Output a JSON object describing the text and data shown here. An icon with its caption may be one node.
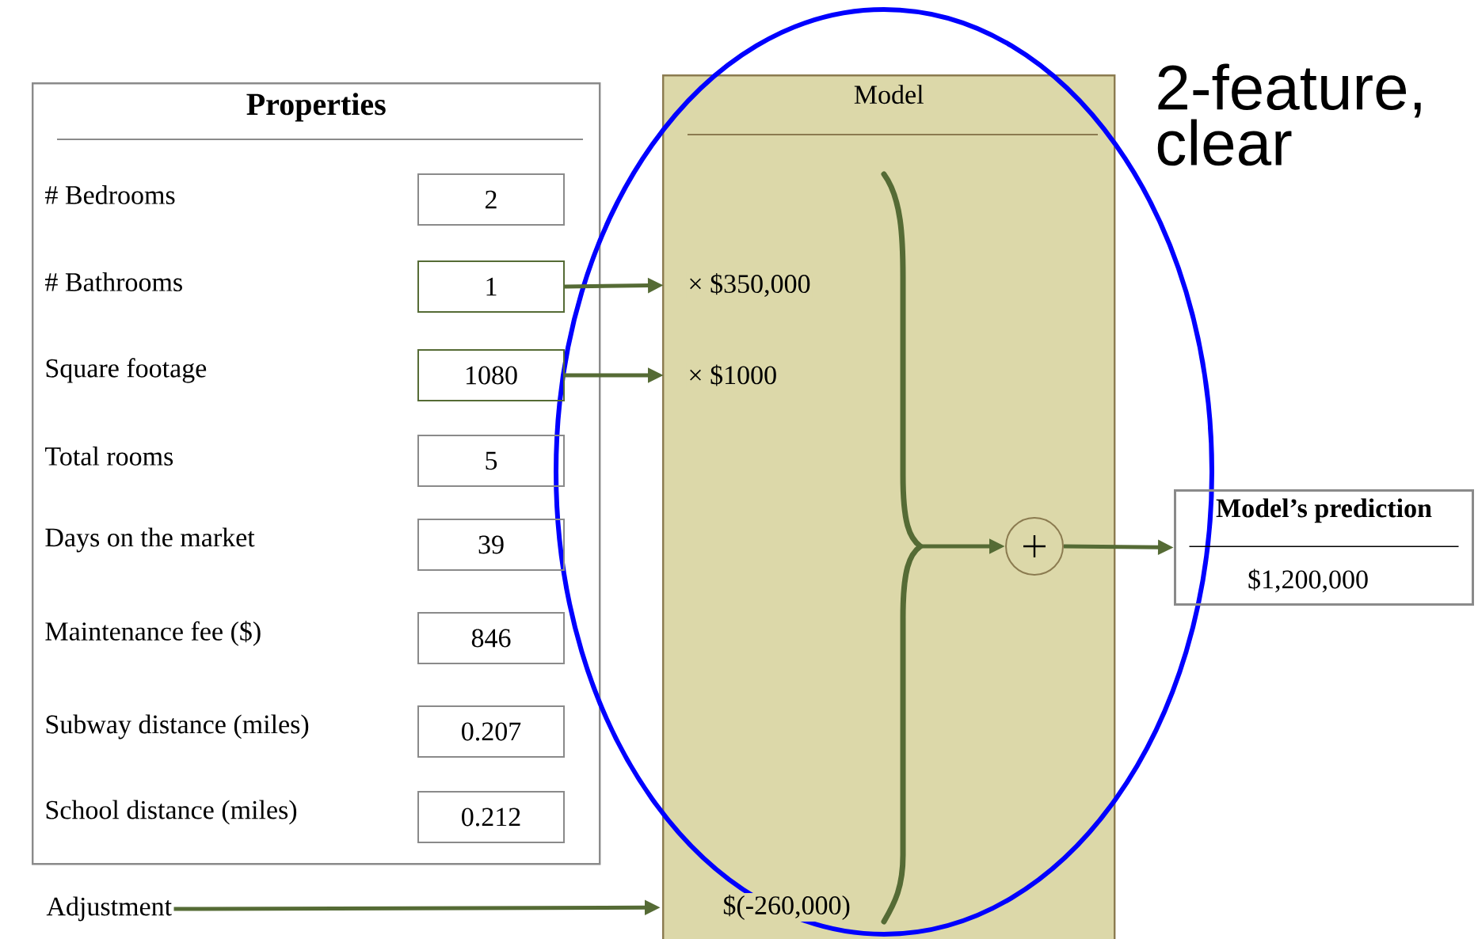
{
  "diagram": {
    "nodes": [
      {
        "text": [
          "Properties"
        ]
      },
      {
        "text": [
          "2"
        ],
        "in": 0
      },
      {
        "text": [
          "1"
        ],
        "in": 0
      },
      {
        "text": [
          "1080"
        ],
        "in": 0
      },
      {
        "text": [
          "5"
        ],
        "in": 0
      },
      {
        "text": [
          "39"
        ],
        "in": 0
      },
      {
        "text": [
          "846"
        ],
        "in": 0
      },
      {
        "text": [
          "0.207"
        ],
        "in": 0
      },
      {
        "text": [
          "0.212"
        ],
        "in": 0
      },
      {
        "text": [
          "Model"
        ]
      },
      {
        "text": [
          "× $350,000"
        ],
        "in": 9
      },
      {
        "text": [
          "× $1000"
        ],
        "in": 9
      },
      {
        "text": [
          "$(-260,000)"
        ],
        "in": 9
      },
      {
        "text": [],
        "shape": "brace",
        "in": 9
      },
      {
        "text": [],
        "shape": "circle",
        "in": 9
      },
      {
        "text": [
          "Adjustment"
        ]
      },
      {
        "text": [
          "Model’s prediction",
          "$1,200,000"
        ]
      }
    ],
    "edges": [
      {
        "from": 2,
        "to": 10,
        "arrow": "to"
      },
      {
        "from": 3,
        "to": 11,
        "arrow": "to"
      },
      {
        "from": 15,
        "to": 12,
        "arrow": "to"
      },
      {
        "from": 13,
        "to": 14,
        "arrow": "to"
      },
      {
        "from": 14,
        "to": 16,
        "arrow": "to"
      }
    ],
    "labels": [
      "2-feature, clear",
      "# Bedrooms",
      "# Bathrooms",
      "Square footage",
      "Total rooms",
      "Days on the market",
      "Maintenance fee ($)",
      "Subway distance (miles)",
      "School distance (miles)"
    ]
  }
}
